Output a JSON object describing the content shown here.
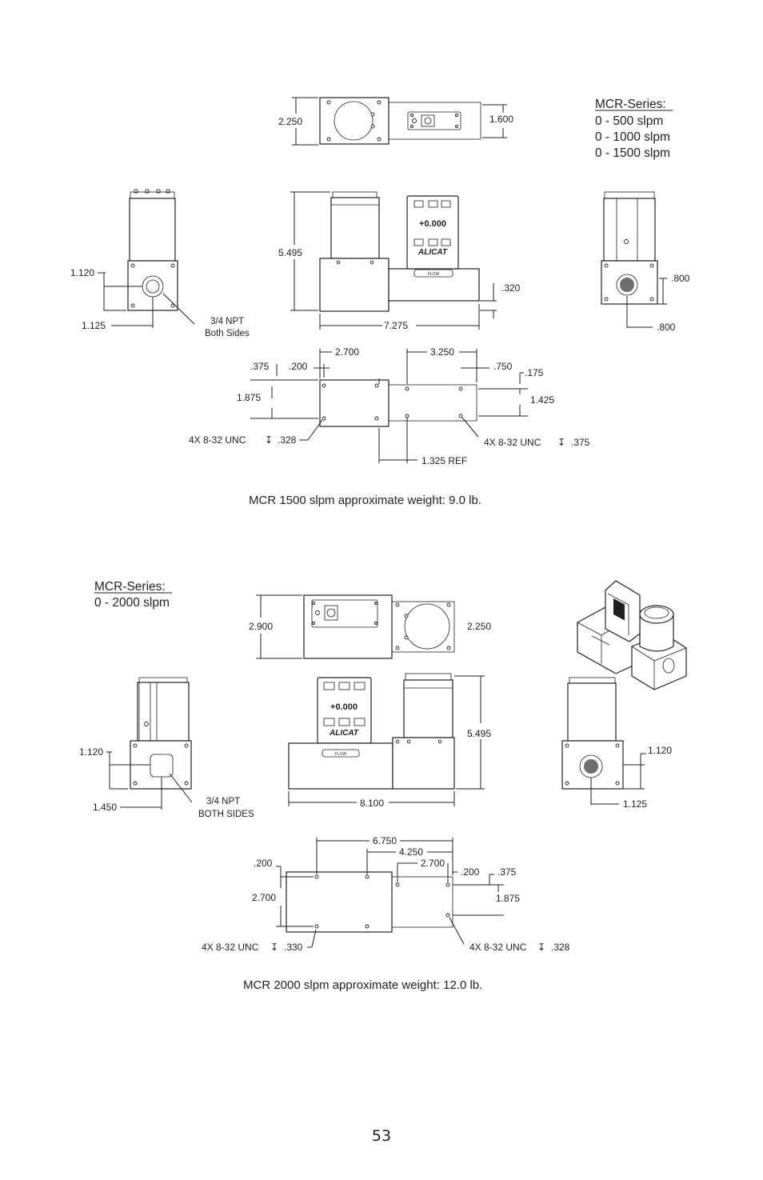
{
  "section1": {
    "series_title": "MCR-Series:",
    "ranges": [
      "0 - 500 slpm",
      "0 - 1000 slpm",
      "0 - 1500 slpm"
    ],
    "dims": {
      "top_height": "2.250",
      "top_right_height": "1.600",
      "front_height": "5.495",
      "side_hole_height": "1.120",
      "side_hole_offset": "1.125",
      "port_note_1": "3/4 NPT",
      "port_note_2": "Both Sides",
      "front_length": "7.275",
      "base_offset": ".320",
      "right_hole_height": ".800",
      "right_hole_offset": ".800",
      "bottom_375": ".375",
      "bottom_200": ".200",
      "bottom_2700": "2.700",
      "bottom_3250": "3.250",
      "bottom_750": ".750",
      "bottom_175": ".175",
      "bottom_1875": "1.875",
      "bottom_1425": "1.425",
      "thread_left": "4X 8-32 UNC",
      "thread_left_depth": ".328",
      "thread_right": "4X 8-32 UNC",
      "thread_right_depth": ".375",
      "ref_1325": "1.325 REF"
    },
    "weight_note": "MCR 1500 slpm approximate weight: 9.0 lb."
  },
  "section2": {
    "series_title": "MCR-Series:",
    "ranges": [
      "0 - 2000 slpm"
    ],
    "dims": {
      "top_left_height": "2.900",
      "top_right_height": "2.250",
      "front_height": "5.495",
      "side_hole_height": "1.120",
      "side_hole_offset": "1.450",
      "port_note_1": "3/4 NPT",
      "port_note_2": "BOTH SIDES",
      "front_length": "8.100",
      "right_hole_height": "1.120",
      "right_hole_offset": "1.125",
      "bottom_6750": "6.750",
      "bottom_4250": "4.250",
      "bottom_2700a": "2.700",
      "bottom_200a": ".200",
      "bottom_200b": ".200",
      "bottom_375": ".375",
      "bottom_2700b": "2.700",
      "bottom_1875": "1.875",
      "thread_left": "4X 8-32 UNC",
      "thread_left_depth": ".330",
      "thread_right": "4X 8-32 UNC",
      "thread_right_depth": ".328"
    },
    "weight_note": "MCR 2000 slpm approximate weight: 12.0 lb."
  },
  "display_labels": {
    "flow": "FLOW",
    "brand": "ALICAT",
    "reading": "+0.000"
  },
  "page_number": "53"
}
